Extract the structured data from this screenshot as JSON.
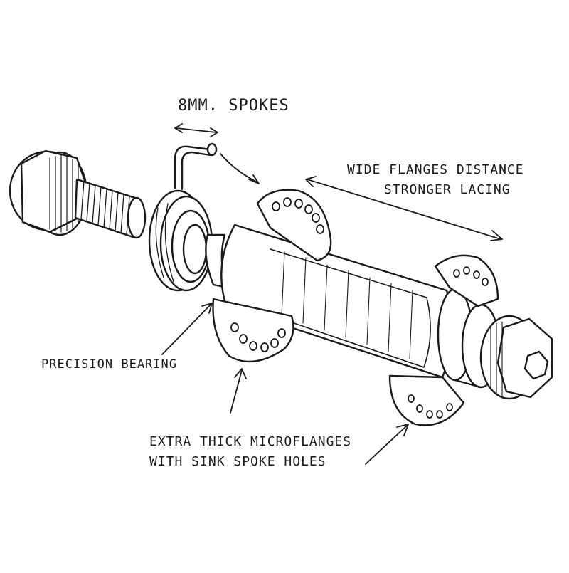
{
  "labels": {
    "spokes": "8MM. SPOKES",
    "wide_flanges_line1": "WIDE FLANGES DISTANCE",
    "wide_flanges_line2": "STRONGER LACING",
    "precision_bearing": "PRECISION BEARING",
    "microflanges_line1": "EXTRA THICK MICROFLANGES",
    "microflanges_line2": "WITH SINK SPOKE HOLES"
  },
  "colors": {
    "ink": "#1a1a1a",
    "paper": "#ffffff"
  }
}
